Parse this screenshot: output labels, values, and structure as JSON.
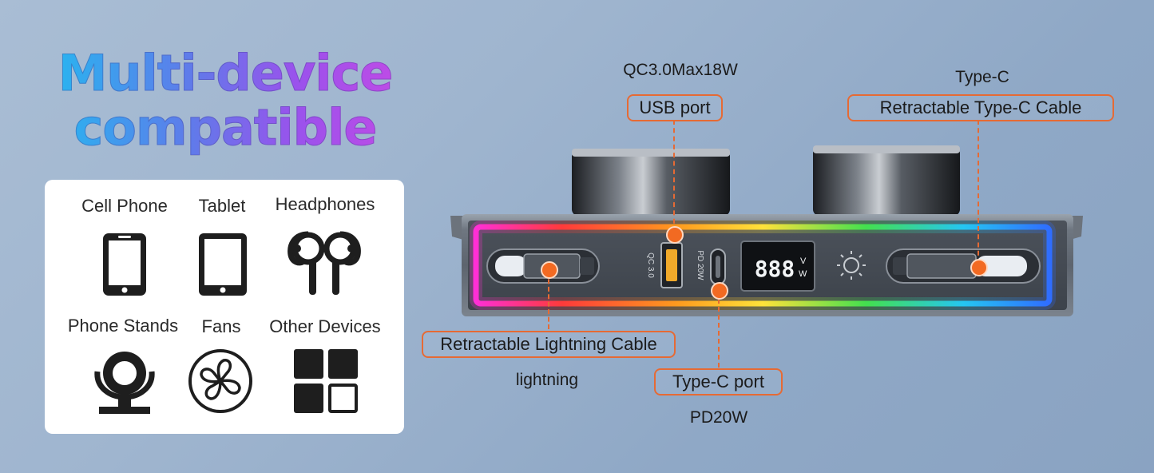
{
  "headline": {
    "line1": "Multi-device",
    "line2": "compatible"
  },
  "devices": [
    {
      "label": "Cell Phone",
      "icon": "cell-phone-icon"
    },
    {
      "label": "Tablet",
      "icon": "tablet-icon"
    },
    {
      "label": "Headphones",
      "icon": "headphones-icon"
    },
    {
      "label": "Phone Stands",
      "icon": "phone-stand-icon"
    },
    {
      "label": "Fans",
      "icon": "fan-icon"
    },
    {
      "label": "Other Devices",
      "icon": "other-devices-icon"
    }
  ],
  "callouts": {
    "usb_spec": "QC3.0Max18W",
    "usb_port": "USB port",
    "typec_cable_spec": "Type-C",
    "typec_cable": "Retractable Type-C Cable",
    "lightning_cable": "Retractable Lightning Cable",
    "lightning_spec": "lightning",
    "typec_port": "Type-C port",
    "typec_port_spec": "PD20W"
  },
  "device": {
    "usb_port_marking": "QC 3.0",
    "typec_port_marking": "PD 20W",
    "display_digits": "888",
    "display_unit_top": "V",
    "display_unit_bottom": "W",
    "accent_color": "#f26a22"
  }
}
